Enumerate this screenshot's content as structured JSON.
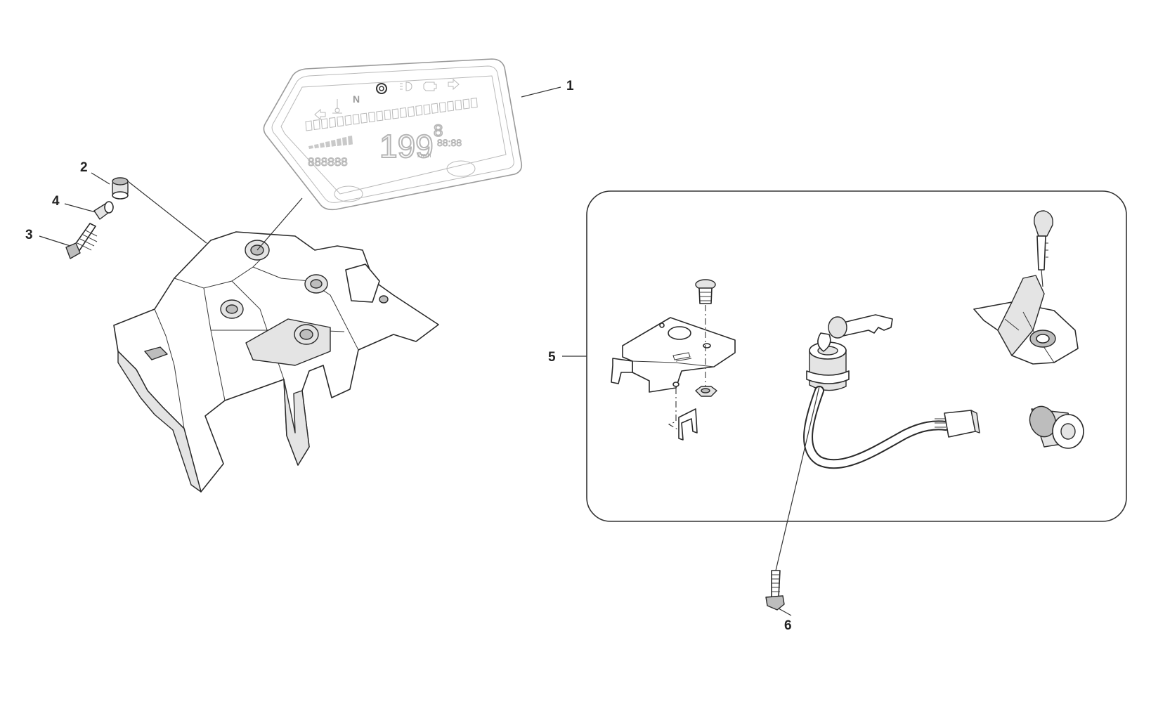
{
  "callouts": [
    {
      "id": "1",
      "label": "1"
    },
    {
      "id": "2",
      "label": "2"
    },
    {
      "id": "3",
      "label": "3"
    },
    {
      "id": "4",
      "label": "4"
    },
    {
      "id": "5",
      "label": "5"
    },
    {
      "id": "6",
      "label": "6"
    }
  ],
  "dashboard": {
    "speed_readout": "199",
    "gear_readout": "8",
    "odometer_readout": "888888",
    "clock_readout": "88:88",
    "neutral_indicator": "N",
    "icons": [
      "turn-left-icon",
      "coolant-temp-icon",
      "neutral-icon",
      "abs-icon",
      "headlight-icon",
      "engine-check-icon",
      "turn-right-icon"
    ]
  },
  "colors": {
    "line": "#2a2a2a",
    "lcd_ghost": "#b5b5b5",
    "shade": "#e4e4e4"
  }
}
